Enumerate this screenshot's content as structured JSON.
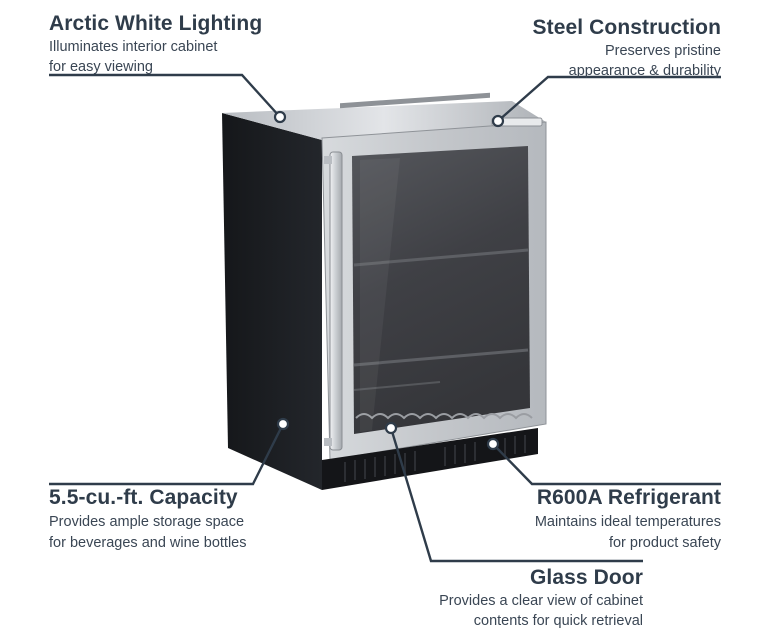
{
  "callouts": {
    "arctic": {
      "title": "Arctic White Lighting",
      "line1": "Illuminates interior cabinet",
      "line2": "for easy viewing"
    },
    "steel": {
      "title": "Steel Construction",
      "line1": "Preserves pristine",
      "line2": "appearance & durability"
    },
    "capacity": {
      "title": "5.5-cu.-ft. Capacity",
      "line1": "Provides ample storage space",
      "line2": "for beverages and wine bottles"
    },
    "r600a": {
      "title": "R600A Refrigerant",
      "line1": "Maintains ideal temperatures",
      "line2": "for product safety"
    },
    "glass": {
      "title": "Glass Door",
      "line1": "Provides a clear view of cabinet",
      "line2": "contents for quick retrieval"
    }
  },
  "colors": {
    "text": "#2f3c4a",
    "leader_line": "#2f3c4a",
    "cabinet": "#1b1d21",
    "steel": "#c9ccd0",
    "glass": "#3a3b3f"
  }
}
